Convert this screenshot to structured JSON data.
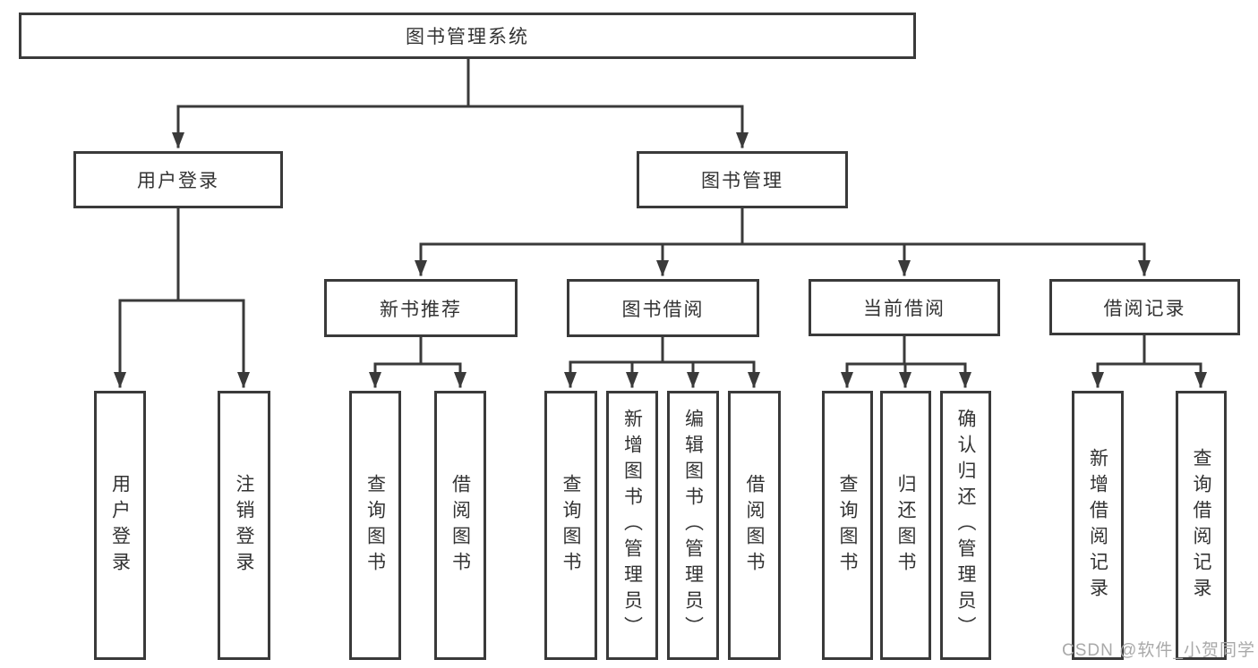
{
  "diagram": {
    "title": "图书管理系统",
    "nodes": {
      "root": "图书管理系统",
      "user_login": "用户登录",
      "book_mgmt": "图书管理",
      "new_book_rec": "新书推荐",
      "book_borrow": "图书借阅",
      "current_borrow": "当前借阅",
      "borrow_record": "借阅记录",
      "leaf_user_login": "用户登录",
      "leaf_logout": "注销登录",
      "leaf_query_book_1": "查询图书",
      "leaf_borrow_book_1": "借阅图书",
      "leaf_query_book_2": "查询图书",
      "leaf_add_book": "新增图书（管理员）",
      "leaf_edit_book": "编辑图书（管理员）",
      "leaf_borrow_book_2": "借阅图书",
      "leaf_query_book_3": "查询图书",
      "leaf_return_book": "归还图书",
      "leaf_confirm_return": "确认归还（管理员）",
      "leaf_add_record": "新增借阅记录",
      "leaf_query_record": "查询借阅记录"
    },
    "hierarchy": [
      {
        "parent": "图书管理系统",
        "children": [
          "用户登录",
          "图书管理"
        ]
      },
      {
        "parent": "用户登录",
        "children": [
          "用户登录",
          "注销登录"
        ]
      },
      {
        "parent": "图书管理",
        "children": [
          "新书推荐",
          "图书借阅",
          "当前借阅",
          "借阅记录"
        ]
      },
      {
        "parent": "新书推荐",
        "children": [
          "查询图书",
          "借阅图书"
        ]
      },
      {
        "parent": "图书借阅",
        "children": [
          "查询图书",
          "新增图书（管理员）",
          "编辑图书（管理员）",
          "借阅图书"
        ]
      },
      {
        "parent": "当前借阅",
        "children": [
          "查询图书",
          "归还图书",
          "确认归还（管理员）"
        ]
      },
      {
        "parent": "借阅记录",
        "children": [
          "新增借阅记录",
          "查询借阅记录"
        ]
      }
    ]
  },
  "watermark": {
    "text": "CSDN @软件_小贺同学"
  },
  "colors": {
    "line": "#3a3a3a",
    "text": "#333333",
    "watermark": "#a9a9a9",
    "background": "#ffffff"
  }
}
